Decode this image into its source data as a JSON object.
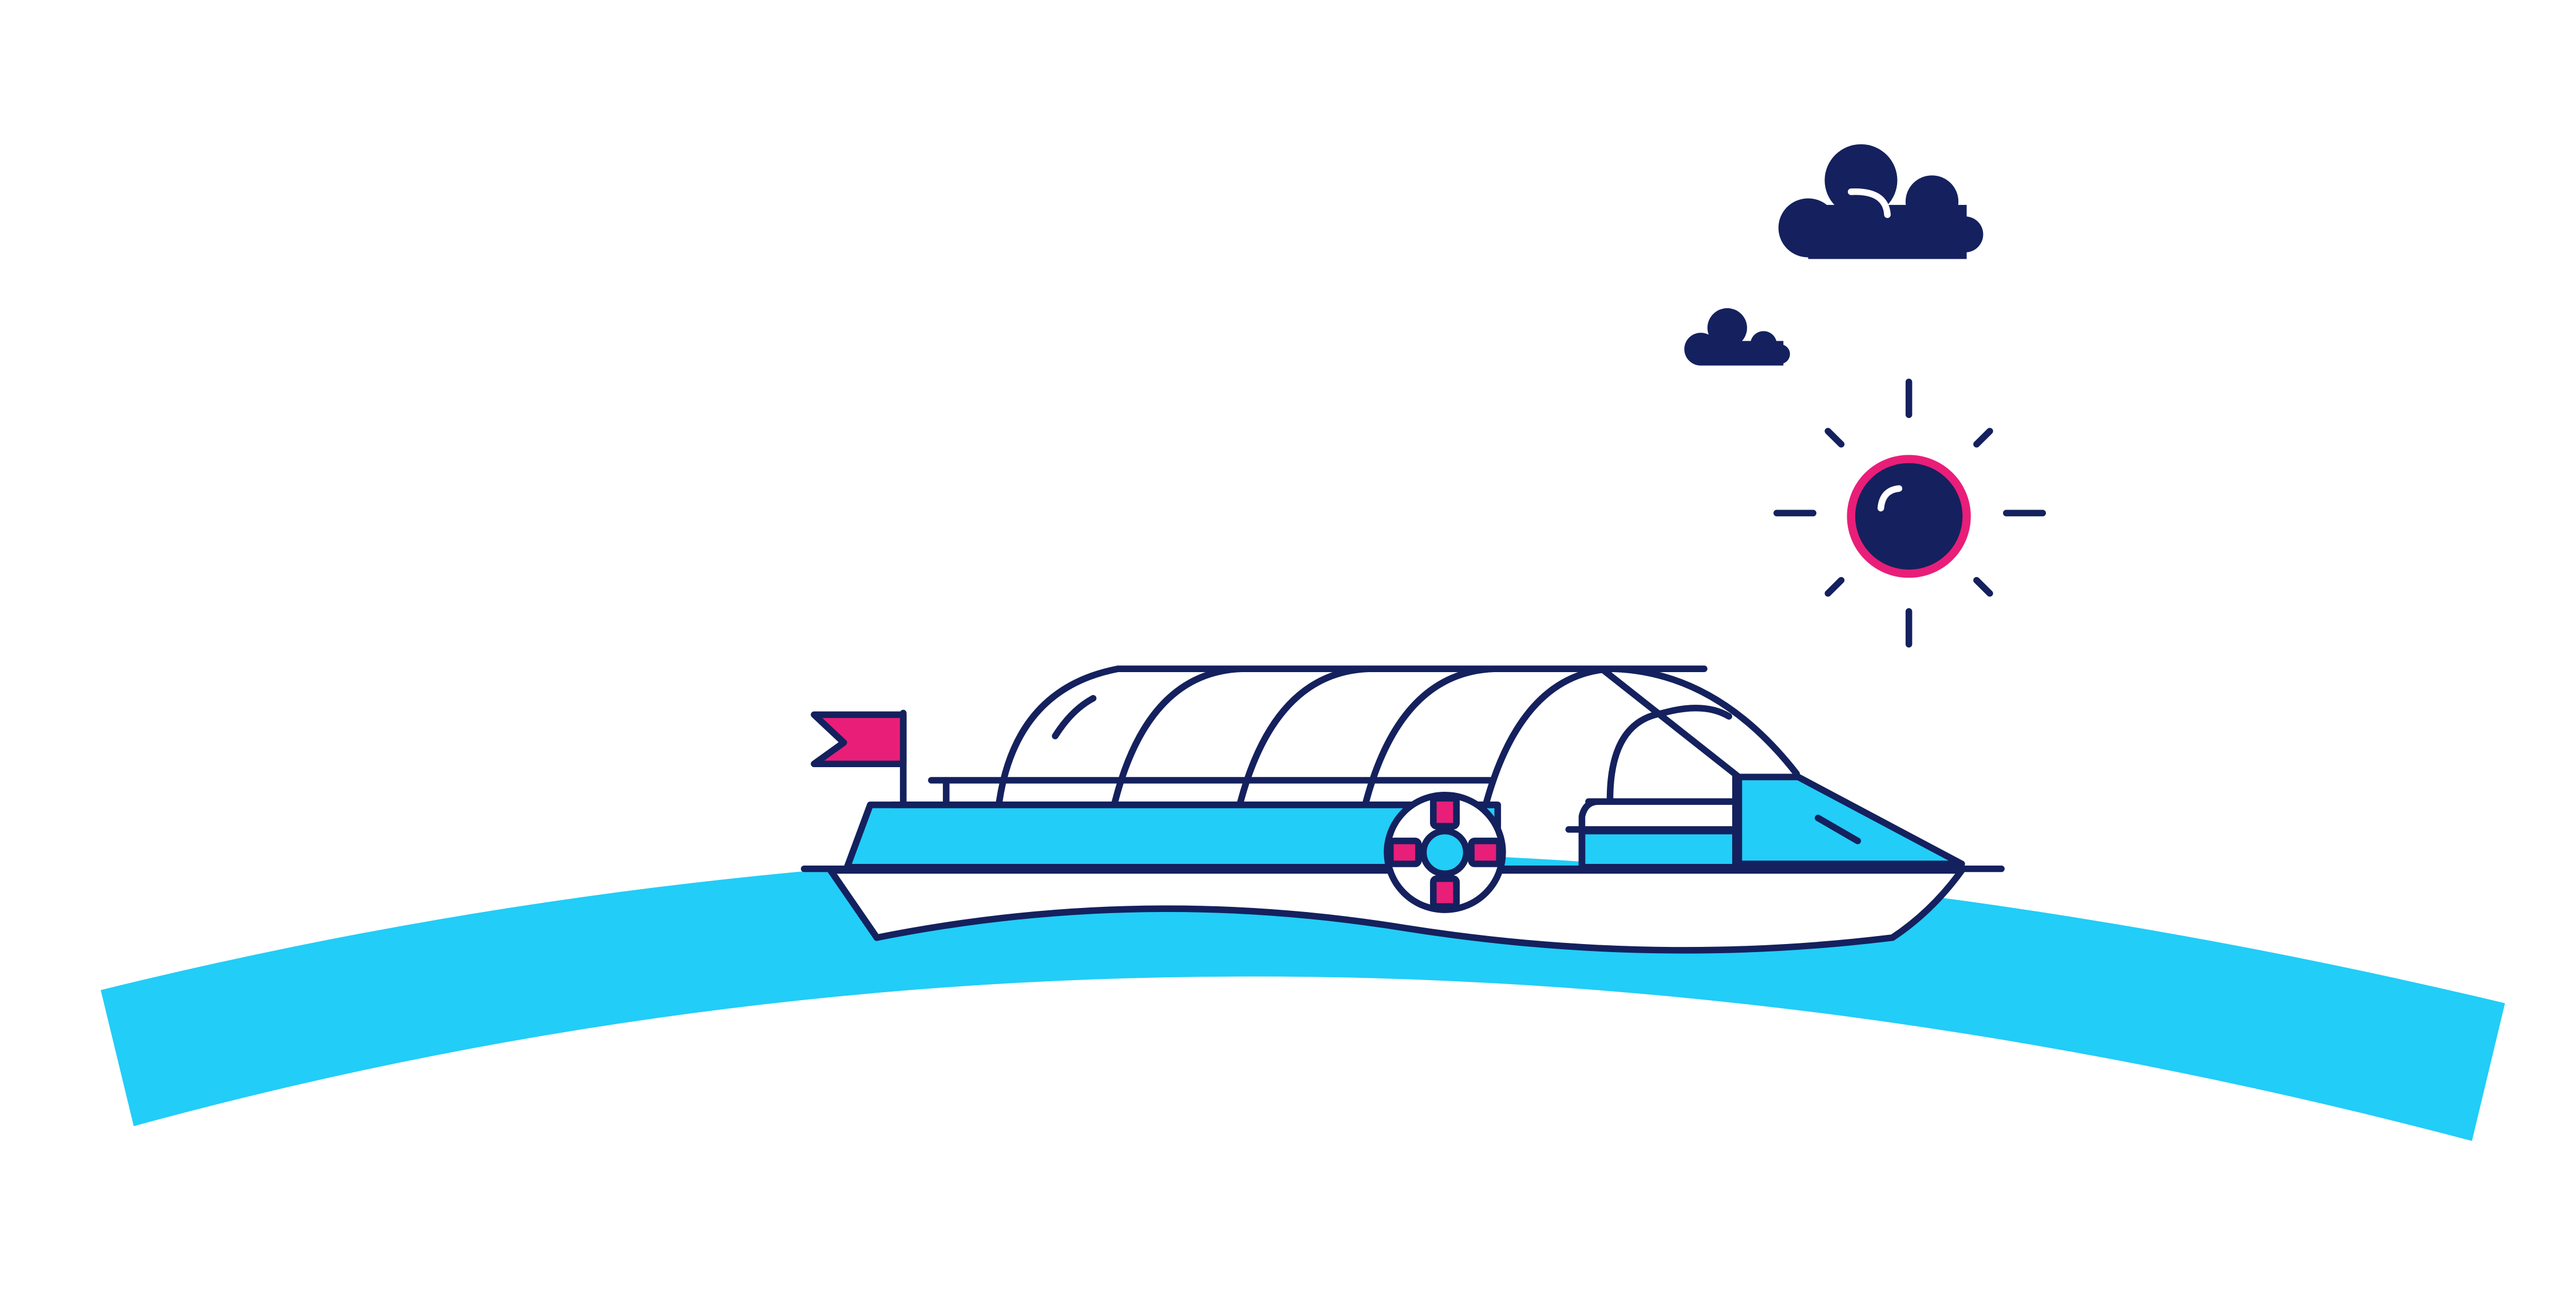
{
  "colors": {
    "background": "#ffffff",
    "navy": "#14215e",
    "water": "#22cdf7",
    "accent": "#e91e79",
    "white": "#ffffff"
  },
  "scene": {
    "elements": [
      "water-wave",
      "boat",
      "flag",
      "canopy",
      "life-ring",
      "sun",
      "large-cloud",
      "small-cloud"
    ]
  }
}
